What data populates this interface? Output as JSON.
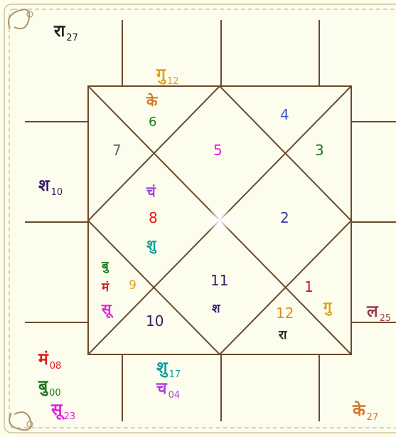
{
  "colors": {
    "background": "#fdfdee",
    "chart_lines": "#6b4a2b",
    "border_ornament": "#c9b98a"
  },
  "inner_chart": {
    "house_numbers": {
      "h1": "1",
      "h2": "2",
      "h3": "3",
      "h4": "4",
      "h5": "5",
      "h6": "6",
      "h7": "7",
      "h8": "8",
      "h9": "9",
      "h10": "10",
      "h11": "11",
      "h12": "12"
    },
    "planets": {
      "ke": "के",
      "ch": "चं",
      "shu": "शु",
      "bu": "बु",
      "man": "मं",
      "su": "सू",
      "sha": "श",
      "ra": "रा",
      "gu": "गु"
    }
  },
  "outer_planets": {
    "ra": {
      "label": "रा",
      "deg": "27"
    },
    "gu": {
      "label": "गु",
      "deg": "12"
    },
    "sha": {
      "label": "श",
      "deg": "10"
    },
    "la": {
      "label": "ल",
      "deg": "25"
    },
    "man": {
      "label": "मं",
      "deg": "08"
    },
    "bu": {
      "label": "बु",
      "deg": "00"
    },
    "su": {
      "label": "सू",
      "deg": "23"
    },
    "shu": {
      "label": "शु",
      "deg": "17"
    },
    "ch": {
      "label": "च",
      "deg": "04"
    },
    "ke": {
      "label": "के",
      "deg": "27"
    }
  }
}
